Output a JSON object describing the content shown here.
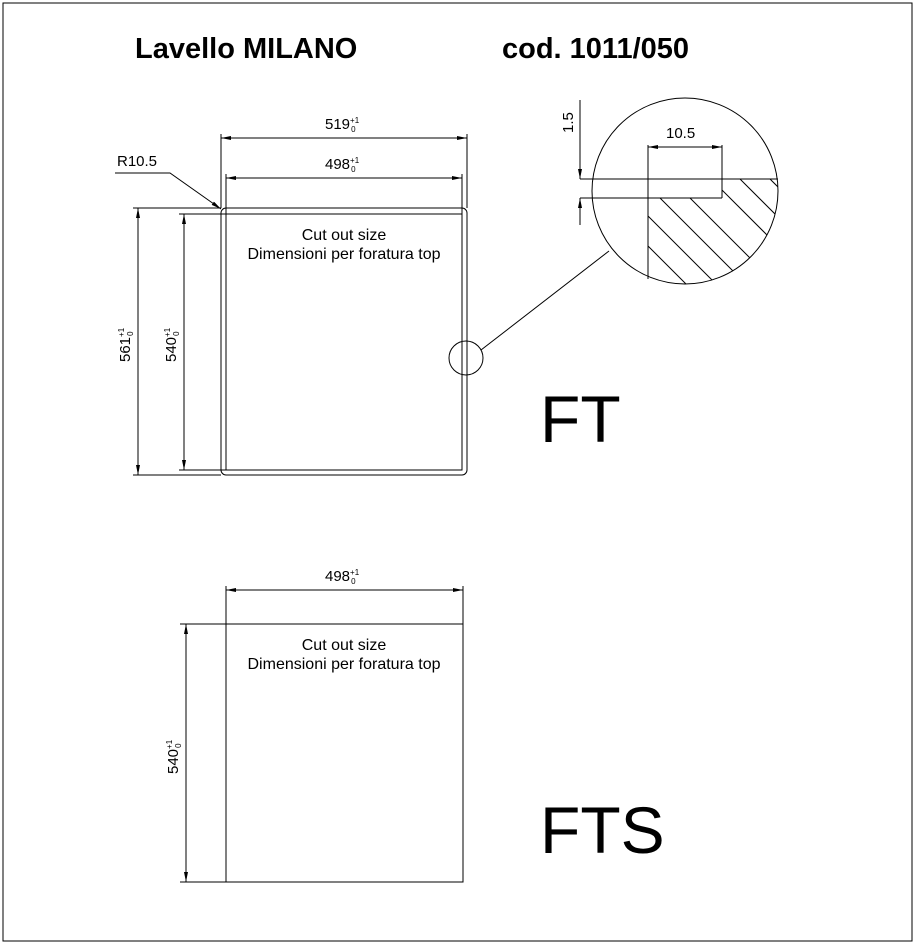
{
  "title": {
    "model": "Lavello MILANO",
    "code": "cod. 1011/050"
  },
  "ft": {
    "label": "FT",
    "width_outer": "519",
    "width_inner": "498",
    "height_outer": "561",
    "height_inner": "540",
    "tol_plus": "+1",
    "tol_zero": "0",
    "radius": "R10.5",
    "note_line1": "Cut out size",
    "note_line2": "Dimensioni per foratura top",
    "detail": {
      "step": "10.5",
      "thickness": "1.5"
    }
  },
  "fts": {
    "label": "FTS",
    "width": "498",
    "height": "540",
    "tol_plus": "+1",
    "tol_zero": "0",
    "note_line1": "Cut out size",
    "note_line2": "Dimensioni per foratura top"
  }
}
